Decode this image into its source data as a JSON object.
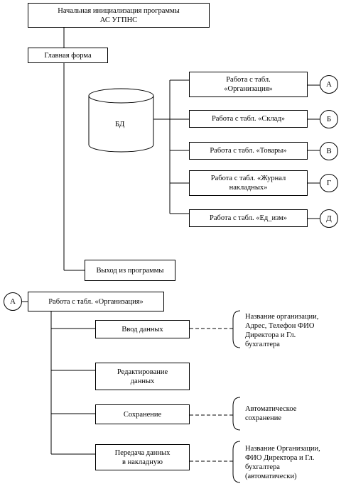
{
  "top": {
    "init": "Начальная инициализация  программы\nАС  УГПНС",
    "main_form": "Главная форма",
    "db": "БД",
    "tables": [
      {
        "label": "Работа с табл.\n«Организация»",
        "marker": "А"
      },
      {
        "label": "Работа с табл. «Склад»",
        "marker": "Б"
      },
      {
        "label": "Работа с табл. «Товары»",
        "marker": "В"
      },
      {
        "label": "Работа с табл. «Журнал\nнакладных»",
        "marker": "Г"
      },
      {
        "label": "Работа с табл. «Ед_изм»",
        "marker": "Д"
      }
    ],
    "exit": "Выход из программы"
  },
  "detail": {
    "marker": "А",
    "header": "Работа с табл. «Организация»",
    "actions": [
      {
        "label": "Ввод данных",
        "note": "Название организации,\nАдрес, Телефон ФИО\nДиректора и  Гл.\nбухгалтера"
      },
      {
        "label": "Редактирование\nданных",
        "note": ""
      },
      {
        "label": "Сохранение",
        "note": "Автоматическое\nсохранение"
      },
      {
        "label": "Передача данных\nв накладную",
        "note": "Название Организации,\nФИО Директора и  Гл.\nбухгалтера\n(автоматически)"
      }
    ]
  }
}
